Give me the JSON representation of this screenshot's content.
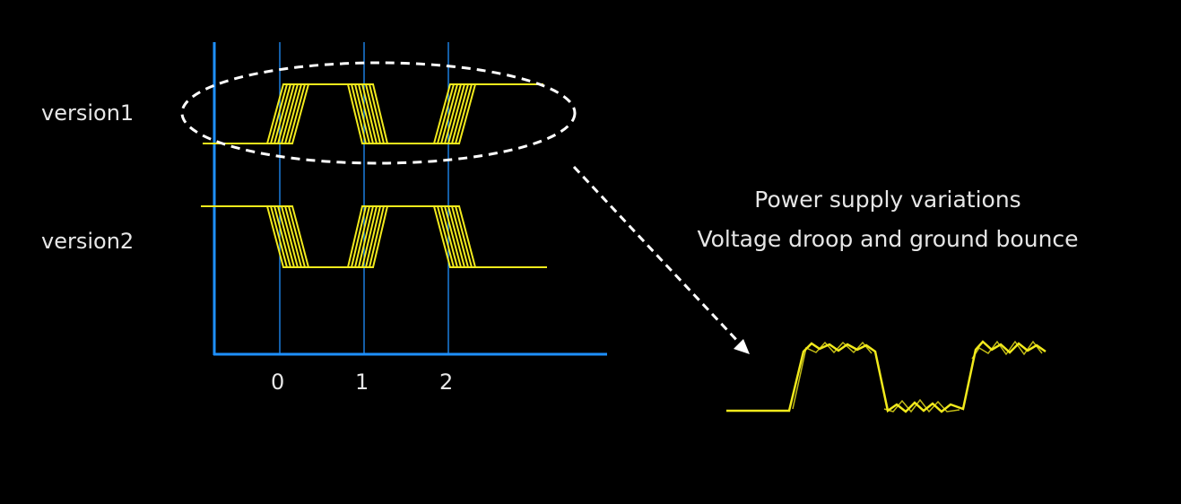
{
  "signals": {
    "version1_label": "version1",
    "version2_label": "version2"
  },
  "time_axis": {
    "ticks": [
      "0",
      "1",
      "2"
    ]
  },
  "annotation": {
    "line1": "Power supply variations",
    "line2": "Voltage droop and ground bounce"
  },
  "colors": {
    "background": "#000000",
    "axis": "#1e90ff",
    "waveform": "#f2ea1c",
    "text": "#e6e6e6",
    "callout": "#ffffff"
  }
}
